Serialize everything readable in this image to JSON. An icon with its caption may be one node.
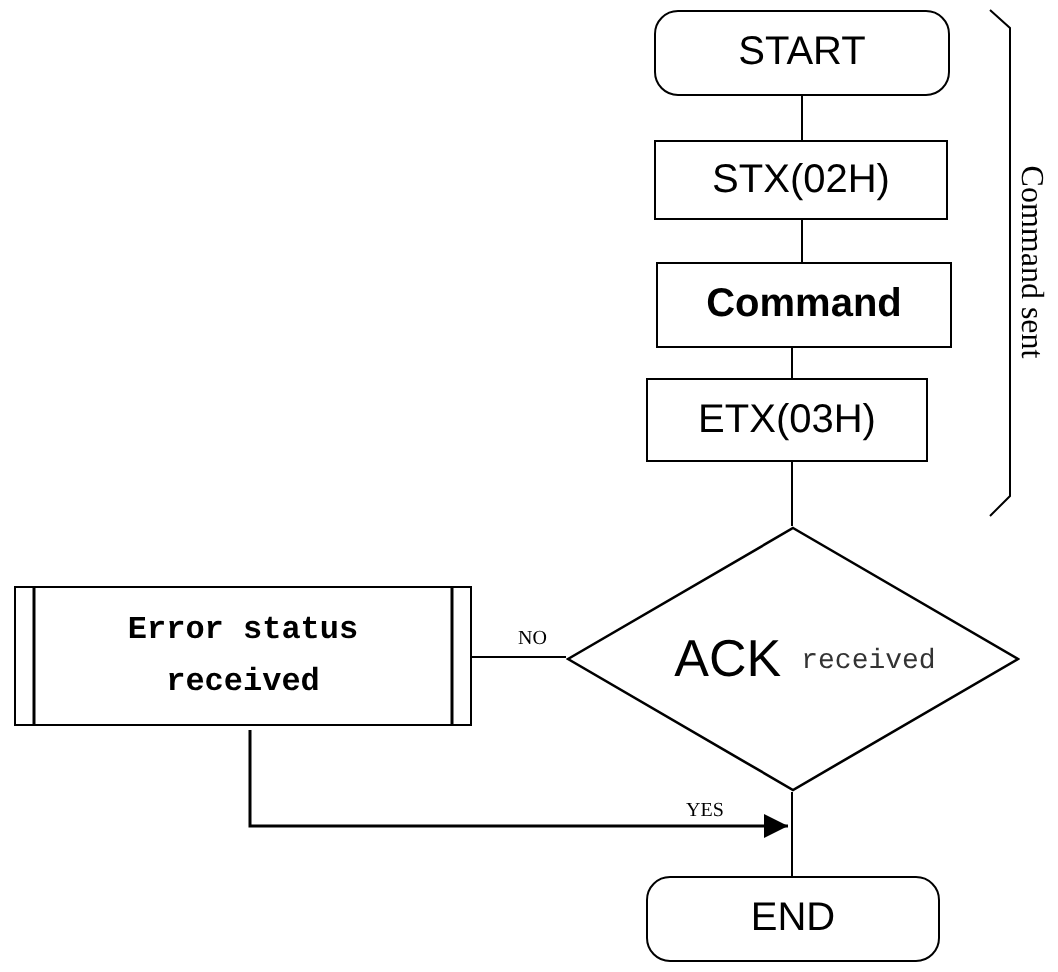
{
  "diagram": {
    "nodes": [
      {
        "text": [
          "START"
        ]
      },
      {
        "text": [
          "STX(02H)"
        ]
      },
      {
        "text": [
          "Command"
        ]
      },
      {
        "text": [
          "ETX(03H)"
        ]
      },
      {
        "text": [
          "ACK",
          "received"
        ]
      },
      {
        "text": [
          "Error status received"
        ]
      },
      {
        "text": [
          "END"
        ]
      }
    ],
    "edges": [
      {
        "from": 0,
        "to": 1,
        "arrow": "none"
      },
      {
        "from": 1,
        "to": 2,
        "arrow": "none"
      },
      {
        "from": 2,
        "to": 3,
        "arrow": "none"
      },
      {
        "from": 3,
        "to": 4,
        "arrow": "none"
      },
      {
        "from": 4,
        "to": 5,
        "label": "NO",
        "arrow": "none"
      },
      {
        "from": 5,
        "to": 6,
        "label": "YES",
        "arrow": "to"
      },
      {
        "from": 4,
        "to": 6,
        "arrow": "none"
      }
    ],
    "labels": [
      "Command sent"
    ]
  }
}
